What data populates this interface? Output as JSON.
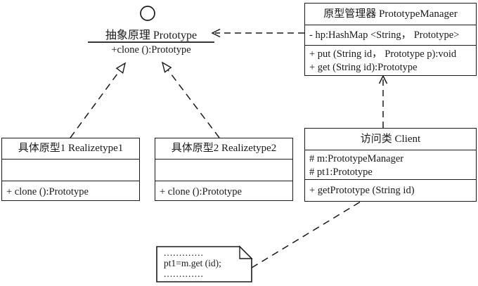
{
  "diagram": {
    "interface": {
      "name": "抽象原理 Prototype",
      "operation": "+clone ():Prototype"
    },
    "classes": {
      "manager": {
        "title": "原型管理器 PrototypeManager",
        "attributes": [
          "- hp:HashMap <String， Prototype>"
        ],
        "methods": [
          "+ put (String id， Prototype p):void",
          "+ get (String id):Prototype"
        ]
      },
      "realize1": {
        "title": "具体原型1 Realizetype1",
        "attributes": [],
        "methods": [
          "+ clone ():Prototype"
        ]
      },
      "realize2": {
        "title": "具体原型2 Realizetype2",
        "attributes": [],
        "methods": [
          "+ clone ():Prototype"
        ]
      },
      "client": {
        "title": "访问类 Client",
        "attributes": [
          "# m:PrototypeManager",
          "# pt1:Prototype"
        ],
        "methods": [
          "+ getPrototype (String id)"
        ]
      }
    },
    "note": {
      "lines": [
        ".............",
        "pt1=m.get (id);",
        "............."
      ]
    },
    "colors": {
      "line": "#1a1a1a",
      "background": "#ffffff",
      "text": "#1a1a1a"
    }
  }
}
